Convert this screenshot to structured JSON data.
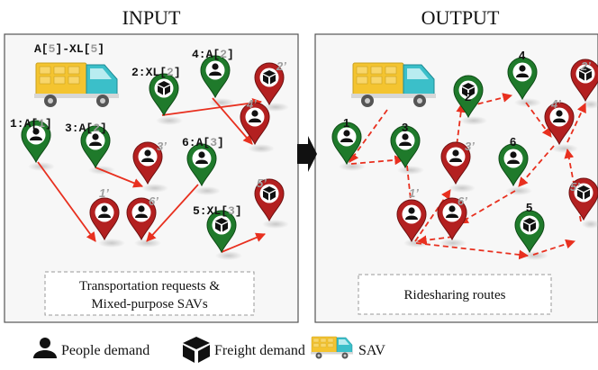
{
  "panels": {
    "input_title": "INPUT",
    "output_title": "OUTPUT",
    "input_caption_line1": "Transportation requests &",
    "input_caption_line2": "Mixed-purpose SAVs",
    "output_caption": "Ridesharing routes"
  },
  "input_labels": {
    "sav_prefix": "A[",
    "sav_a_num": "5",
    "sav_mid": "]-XL[",
    "sav_xl_num": "5",
    "sav_suffix": "]",
    "r1_prefix": "1:A[",
    "r1_num": "1",
    "r1_suffix": "]",
    "r2_prefix": "2:XL[",
    "r2_num": "2",
    "r2_suffix": "]",
    "r3_prefix": "3:A[",
    "r3_num": "2",
    "r3_suffix": "]",
    "r4_prefix": "4:A[",
    "r4_num": "2",
    "r4_suffix": "]",
    "r5_prefix": "5:XL[",
    "r5_num": "3",
    "r5_suffix": "]",
    "r6_prefix": "6:A[",
    "r6_num": "3",
    "r6_suffix": "]",
    "d1": "1’",
    "d2": "2’",
    "d3": "3’",
    "d4": "4’",
    "d5": "5’",
    "d6": "6’"
  },
  "output_labels": {
    "o1": "1",
    "o2": "2",
    "o3": "3",
    "o4": "4",
    "o5": "5",
    "o6": "6",
    "d1": "1’",
    "d2": "2’",
    "d3": "3’",
    "d4": "4’",
    "d5": "5’",
    "d6": "6’"
  },
  "legend": {
    "people": "People demand",
    "freight": "Freight demand",
    "sav": "SAV"
  },
  "colors": {
    "origin_pin": "#1f7a2b",
    "destination_pin": "#b32020",
    "arrow": "#e8301f",
    "number_highlight": "#9a9a9a",
    "truck_body": "#f4c430",
    "truck_cab": "#3bbfc9"
  },
  "icons": [
    "person-icon",
    "box-icon",
    "truck-icon"
  ]
}
